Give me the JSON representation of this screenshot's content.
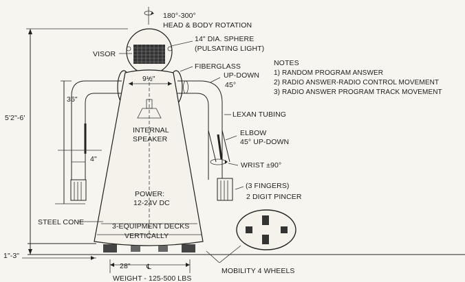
{
  "labels": {
    "rotation_deg": "180°-300°",
    "rotation_desc": "HEAD & BODY ROTATION",
    "sphere_size": "14\" DIA. SPHERE",
    "sphere_light": "(PULSATING LIGHT)",
    "visor": "VISOR",
    "fiberglass": "FIBERGLASS",
    "updown": "UP-DOWN",
    "updown_deg": "45°",
    "shoulder_width": "9½\"",
    "arm_length": "36\"",
    "overall_height": "5'2\"-6'",
    "lexan": "LEXAN TUBING",
    "internal": "INTERNAL",
    "speaker": "SPEAKER",
    "elbow": "ELBOW",
    "elbow_deg": "45° UP-DOWN",
    "forearm": "4\"",
    "wrist": "WRIST ±90°",
    "fingers": "(3 FINGERS)",
    "pincer": "2 DIGIT PINCER",
    "power": "POWER:",
    "power_volts": "12-24V DC",
    "steel_cone": "STEEL CONE",
    "decks": "3-EQUIPMENT DECKS",
    "vertically": "VERTICALLY",
    "clearance": "1\"-3\"",
    "base_width": "28\"",
    "centerline": "℄",
    "wheels": "MOBILITY 4 WHEELS",
    "weight": "WEIGHT - 125-500 LBS"
  },
  "notes": {
    "title": "NOTES",
    "items": [
      "1) RANDOM PROGRAM ANSWER",
      "2) RADIO ANSWER-RADIO CONTROL MOVEMENT",
      "3) RADIO ANSWER PROGRAM TRACK MOVEMENT"
    ]
  }
}
